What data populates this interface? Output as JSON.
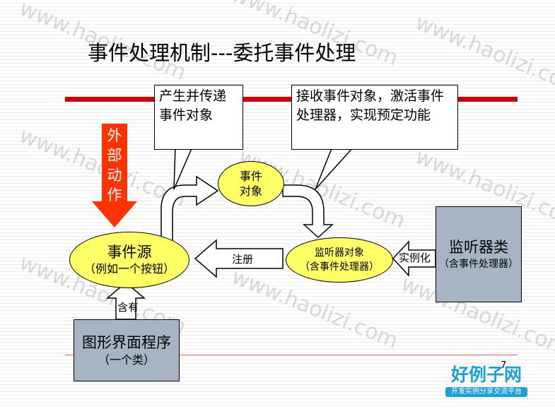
{
  "title": "事件处理机制---委托事件处理",
  "callouts": {
    "generate": "产生并传递事件对象",
    "receive": "接收事件对象，激活事件处理器，实现预定功能"
  },
  "external_action": "外部动作",
  "event_object": {
    "line1": "事件",
    "line2": "对象"
  },
  "event_source": {
    "line1": "事件源",
    "line2": "（例如一个按钮）"
  },
  "listener_object": {
    "line1": "监听器对象",
    "line2": "（含事件处理器）"
  },
  "listener_class": {
    "line1": "监听器类",
    "line2": "（含事件处理器）"
  },
  "gui_program": {
    "line1": "图形界面程序",
    "line2": "（一个类）"
  },
  "labels": {
    "register": "注册",
    "instantiate": "实例化",
    "contains": "含有"
  },
  "page_number": "7",
  "watermark": "www.haolizi.com",
  "logo": {
    "name": "好例子网",
    "tagline": "开发实例分享交流平台"
  },
  "colors": {
    "red_bar": "#cc0000",
    "external_arrow": "#ff3300",
    "ellipse_fill": "#ffff66",
    "box_fill": "#a7b4c3",
    "logo": "#1e9fd8"
  }
}
